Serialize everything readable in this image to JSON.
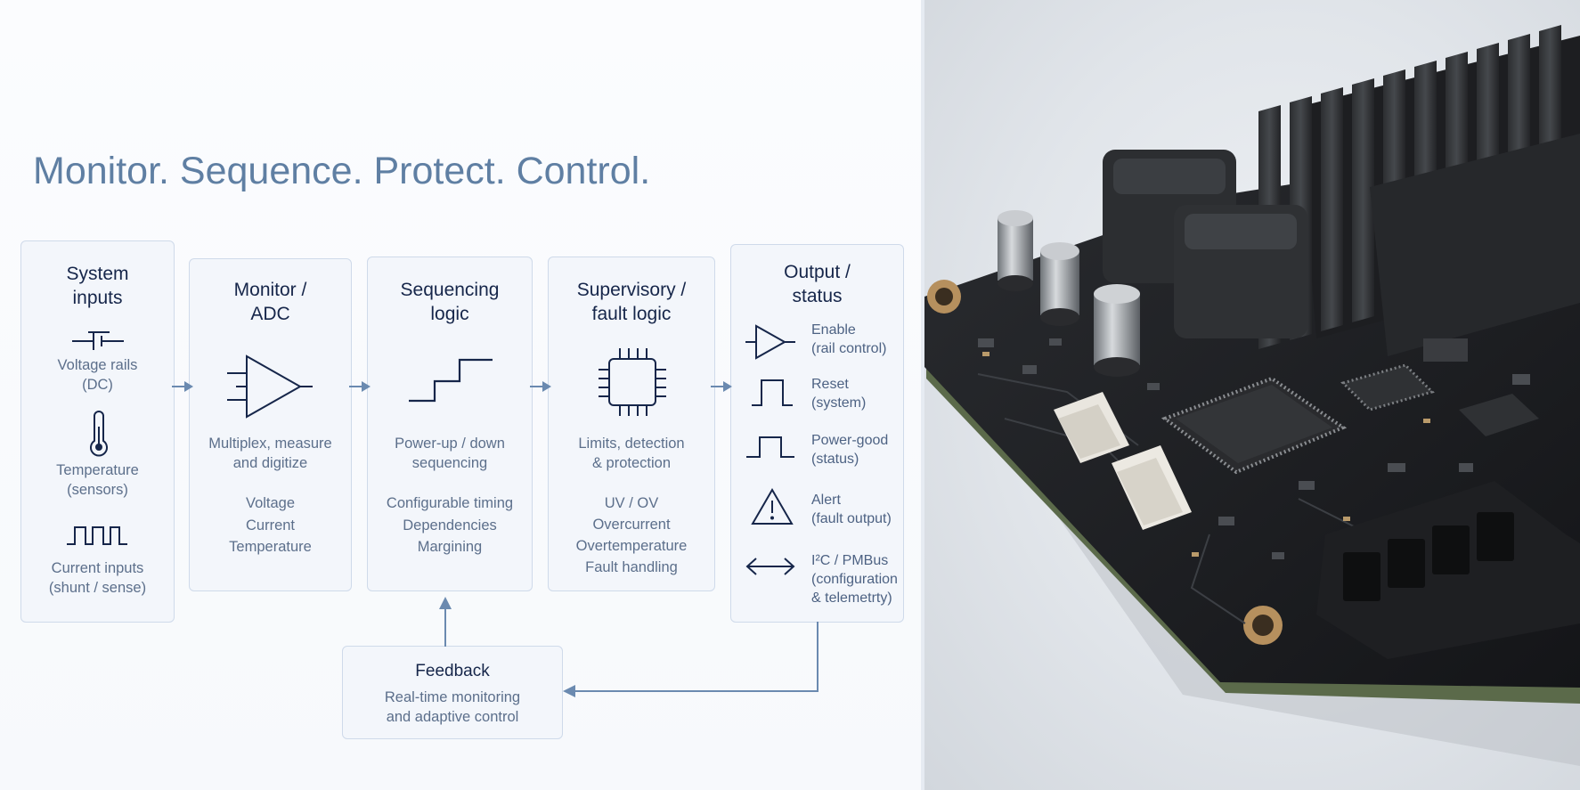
{
  "title": "Monitor. Sequence. Protect. Control.",
  "colors": {
    "accent": "#6b8ab0",
    "title": "#5f7fa3",
    "dark": "#16264a",
    "box_bg": "#f3f6fb",
    "box_border": "#cfdaea"
  },
  "blocks": {
    "inputs": {
      "title_lines": [
        "System",
        "inputs"
      ],
      "items": [
        {
          "icon": "dc-voltage-icon",
          "lines": [
            "Voltage rails",
            "(DC)"
          ]
        },
        {
          "icon": "thermometer-icon",
          "lines": [
            "Temperature",
            "(sensors)"
          ]
        },
        {
          "icon": "pulse-train-icon",
          "lines": [
            "Current inputs",
            "(shunt / sense)"
          ]
        }
      ]
    },
    "monitor": {
      "title_lines": [
        "Monitor /",
        "ADC"
      ],
      "icon": "amplifier-icon",
      "desc_lines": [
        "Multiplex, measure",
        "and digitize"
      ],
      "list": [
        "Voltage",
        "Current",
        "Temperature"
      ]
    },
    "sequencing": {
      "title_lines": [
        "Sequencing",
        "logic"
      ],
      "icon": "staircase-icon",
      "desc_lines": [
        "Power-up / down",
        "sequencing"
      ],
      "list": [
        "Configurable timing",
        "Dependencies",
        "Margining"
      ]
    },
    "supervisory": {
      "title_lines": [
        "Supervisory /",
        "fault logic"
      ],
      "icon": "chip-icon",
      "desc_lines": [
        "Limits, detection",
        "& protection"
      ],
      "list": [
        "UV / OV",
        "Overcurrent",
        "Overtemperature",
        "Fault handling"
      ]
    },
    "output": {
      "title_lines": [
        "Output /",
        "status"
      ],
      "items": [
        {
          "icon": "buffer-icon",
          "lines": [
            "Enable",
            "(rail control)"
          ]
        },
        {
          "icon": "pulse-icon",
          "lines": [
            "Reset",
            "(system)"
          ]
        },
        {
          "icon": "pulse-icon",
          "lines": [
            "Power-good",
            "(status)"
          ]
        },
        {
          "icon": "warning-triangle-icon",
          "lines": [
            "Alert",
            "(fault output)"
          ]
        },
        {
          "icon": "bidirectional-arrow-icon",
          "lines": [
            "I²C / PMBus",
            "(configuration",
            "& telemetrty)"
          ]
        }
      ]
    },
    "feedback": {
      "title": "Feedback",
      "desc_lines": [
        "Real-time monitoring",
        "and adaptive control"
      ]
    }
  },
  "photo": {
    "subject": "circuit board with heatsinks, inductors, capacitors, chip and connectors"
  }
}
